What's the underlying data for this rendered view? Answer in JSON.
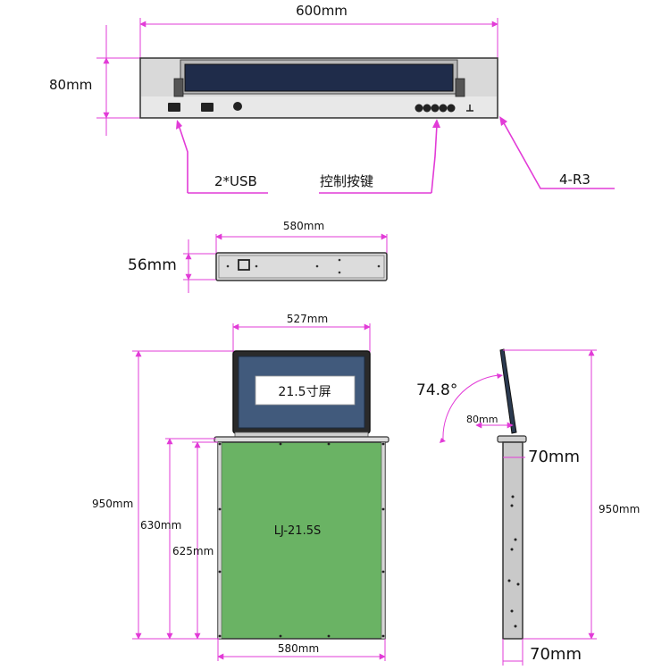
{
  "front_view": {
    "width_label": "600mm",
    "height_label": "80mm",
    "callout_usb": "2*USB",
    "callout_keys": "控制按键",
    "callout_r3": "4-R3"
  },
  "top_view": {
    "width_label": "580mm",
    "height_label": "56mm"
  },
  "main_view": {
    "screen_width_label": "527mm",
    "screen_text": "21.5寸屏",
    "model_text": "LJ-21.5S",
    "total_height_label": "950mm",
    "body_height_label_outer": "630mm",
    "body_height_label_inner": "625mm",
    "base_width_label": "580mm"
  },
  "side_view": {
    "angle_label": "74.8°",
    "offset_label": "80mm",
    "top_depth_label": "70mm",
    "total_height_label": "950mm",
    "bottom_depth_label": "70mm"
  },
  "colors": {
    "dimension": "#e23bd7",
    "body_green": "#6ab364",
    "screen_blue": "#415a7c",
    "frame_gray": "#d8d8d8",
    "outline": "#333333"
  }
}
